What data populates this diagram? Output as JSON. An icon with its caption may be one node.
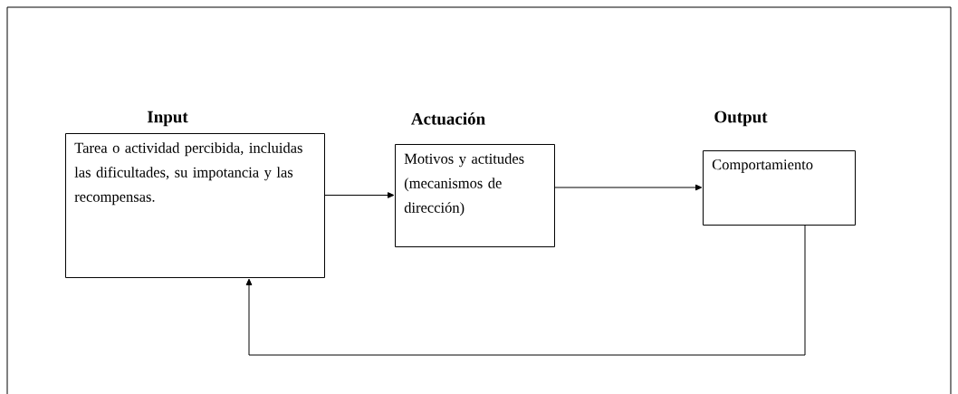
{
  "diagram": {
    "nodes": [
      {
        "text": [
          "Input",
          "Tarea o actividad percibida, incluidas las dificultades, su impotancia y las recompensas."
        ]
      },
      {
        "text": [
          "Actuación",
          "Motivos y actitudes (mecanismos de dirección)"
        ]
      },
      {
        "text": [
          "Output",
          "Comportamiento"
        ]
      }
    ],
    "edges": [
      {
        "from": 0,
        "to": 1,
        "arrow": "to"
      },
      {
        "from": 1,
        "to": 2,
        "arrow": "to"
      },
      {
        "from": 2,
        "to": 0,
        "arrow": "to"
      }
    ]
  }
}
